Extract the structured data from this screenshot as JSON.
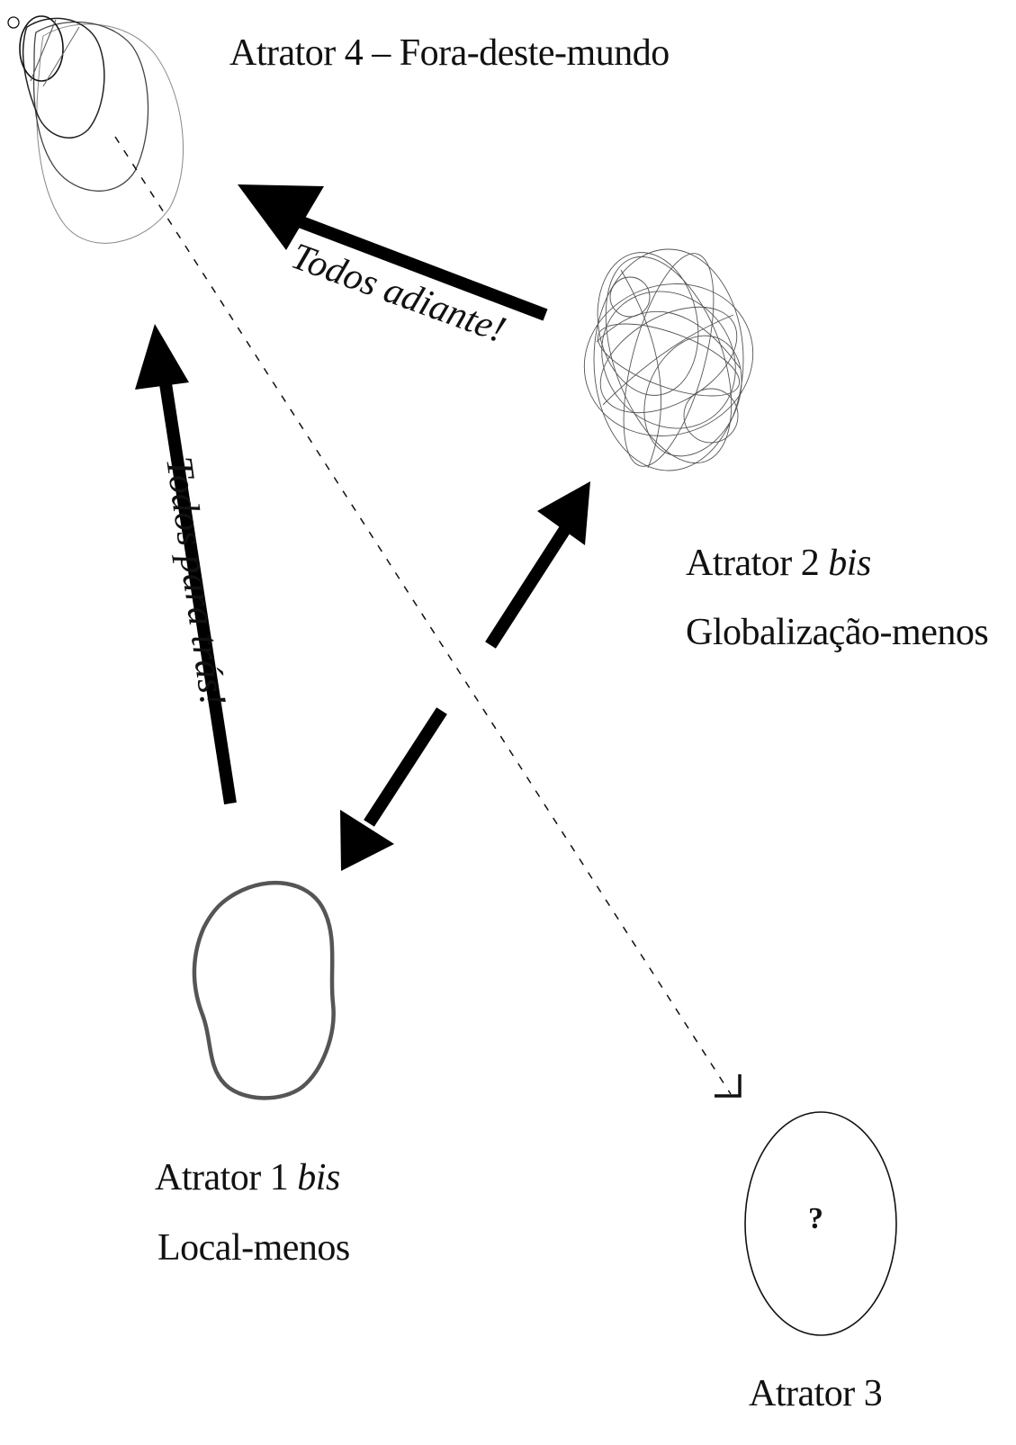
{
  "attractors": {
    "a4": {
      "title": "Atrator 4 – Fora-deste-mundo"
    },
    "a2": {
      "prefix": "Atrator 2 ",
      "bis": "bis",
      "name": "Globalização-menos"
    },
    "a1": {
      "prefix": "Atrator 1 ",
      "bis": "bis",
      "name": "Local-menos"
    },
    "a3": {
      "title": "Atrator 3",
      "symbol": "?"
    }
  },
  "arrows": {
    "forward": "Todos adiante!",
    "backward": "Todos para trás!"
  }
}
